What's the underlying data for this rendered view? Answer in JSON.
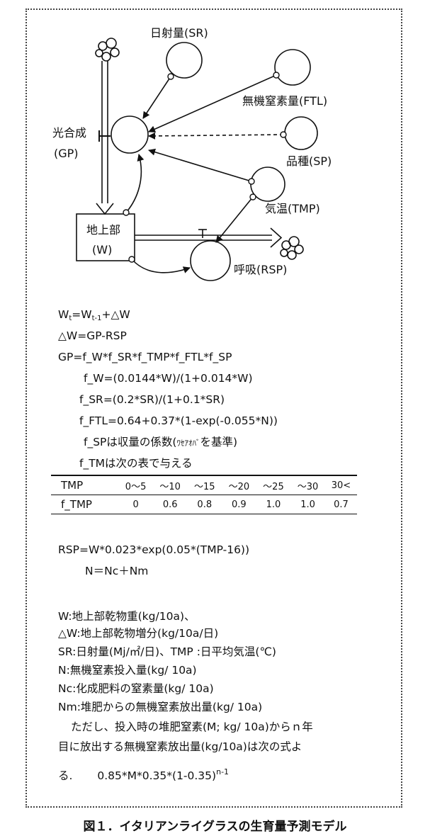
{
  "diagram": {
    "labels": {
      "solar": "日射量(SR)",
      "ftl": "無機窒素量(FTL)",
      "photo_1": "光合成",
      "photo_2": "(GP)",
      "variety": "品種(SP)",
      "temp": "気温(TMP)",
      "above_1": "地上部",
      "above_2": "(W)",
      "resp": "呼吸(RSP)"
    }
  },
  "equations": {
    "wt": {
      "a": "W",
      "a_sub": "t",
      "b": "=W",
      "b_sub": "t-1",
      "c": "+△W"
    },
    "dw": "△W=GP-RSP",
    "gp": "GP=f_W*f_SR*f_TMP*f_FTL*f_SP",
    "fw": "f_W=(0.0144*W)/(1+0.014*W)",
    "fsr": "f_SR=(0.2*SR)/(1+0.1*SR)",
    "fftl": "f_FTL=0.64+0.37*(1-exp(-0.055*N))",
    "fsp_a": "f_SPは収量の係数(",
    "fsp_b": "ﾜｾｱｵﾊﾞ",
    "fsp_c": "を基準)",
    "ftm": "f_TMは次の表で与える"
  },
  "table": {
    "row1_label": "TMP",
    "row1": [
      "0～5",
      "～10",
      "～15",
      "～20",
      "～25",
      "～30",
      "30<"
    ],
    "row2_label": "f_TMP",
    "row2": [
      "0",
      "0.6",
      "0.8",
      "0.9",
      "1.0",
      "1.0",
      "0.7"
    ]
  },
  "equations2": {
    "rsp": "RSP=W*0.023*exp(0.05*(TMP-16))",
    "n": "N＝Nc＋Nm"
  },
  "definitions": {
    "w": "W:地上部乾物重(kg/10a)、",
    "dw": "△W:地上部乾物増分(kg/10a/日)",
    "sr": "SR:日射量(Mj/㎡/日)、TMP :日平均気温(℃)",
    "n": "N:無機窒素投入量(kg/ 10a)",
    "nc": "Nc:化成肥料の窒素量(kg/ 10a)",
    "nm": "Nm:堆肥からの無機窒素放出量(kg/ 10a)",
    "note1": "ただし、投入時の堆肥窒素(M; kg/ 10a)からｎ年",
    "note2": "目に放出する無機窒素放出量(kg/10a)は次の式よ",
    "note3_a": "る.",
    "note3_b": "0.85*M*0.35*(1-0.35)",
    "note3_sup": "n-1"
  },
  "caption": "図１．イタリアンライグラスの生育量予測モデル"
}
